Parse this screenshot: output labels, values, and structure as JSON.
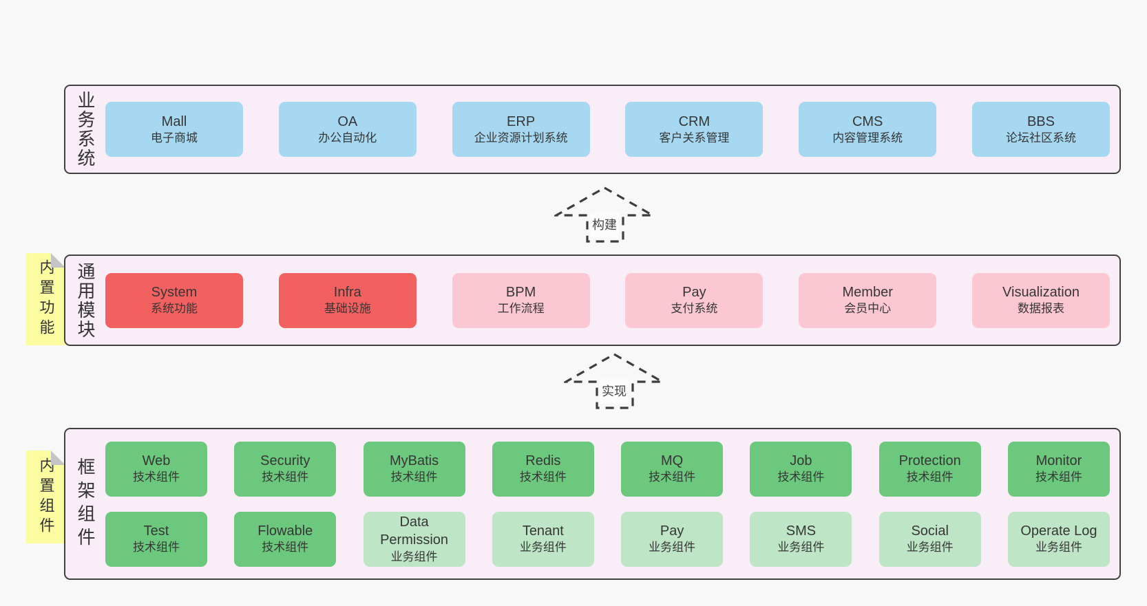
{
  "business": {
    "label": "业务系统",
    "boxes": [
      {
        "title": "Mall",
        "subtitle": "电子商城"
      },
      {
        "title": "OA",
        "subtitle": "办公自动化"
      },
      {
        "title": "ERP",
        "subtitle": "企业资源计划系统"
      },
      {
        "title": "CRM",
        "subtitle": "客户关系管理"
      },
      {
        "title": "CMS",
        "subtitle": "内容管理系统"
      },
      {
        "title": "BBS",
        "subtitle": "论坛社区系统"
      }
    ]
  },
  "arrow_build": {
    "label": "构建"
  },
  "modules": {
    "label": "通用模块",
    "sticky": "内置功能",
    "boxes": [
      {
        "title": "System",
        "subtitle": "系统功能"
      },
      {
        "title": "Infra",
        "subtitle": "基础设施"
      },
      {
        "title": "BPM",
        "subtitle": "工作流程"
      },
      {
        "title": "Pay",
        "subtitle": "支付系统"
      },
      {
        "title": "Member",
        "subtitle": "会员中心"
      },
      {
        "title": "Visualization",
        "subtitle": "数据报表"
      }
    ]
  },
  "arrow_implement": {
    "label": "实现"
  },
  "components": {
    "label": "框架组件",
    "sticky": "内置组件",
    "row1": [
      {
        "title": "Web",
        "subtitle": "技术组件"
      },
      {
        "title": "Security",
        "subtitle": "技术组件"
      },
      {
        "title": "MyBatis",
        "subtitle": "技术组件"
      },
      {
        "title": "Redis",
        "subtitle": "技术组件"
      },
      {
        "title": "MQ",
        "subtitle": "技术组件"
      },
      {
        "title": "Job",
        "subtitle": "技术组件"
      },
      {
        "title": "Protection",
        "subtitle": "技术组件"
      },
      {
        "title": "Monitor",
        "subtitle": "技术组件"
      }
    ],
    "row2": [
      {
        "title": "Test",
        "subtitle": "技术组件"
      },
      {
        "title": "Flowable",
        "subtitle": "技术组件"
      },
      {
        "title": "Data Permission",
        "subtitle": "业务组件"
      },
      {
        "title": "Tenant",
        "subtitle": "业务组件"
      },
      {
        "title": "Pay",
        "subtitle": "业务组件"
      },
      {
        "title": "SMS",
        "subtitle": "业务组件"
      },
      {
        "title": "Social",
        "subtitle": "业务组件"
      },
      {
        "title": "Operate Log",
        "subtitle": "业务组件"
      }
    ]
  },
  "colors": {
    "business_system_box": "#a6d8f1",
    "core_module_box": "#f2615f",
    "optional_module_box": "#fbc7d2",
    "technical_component_box": "#6bc87c",
    "business_component_box": "#bee6c6",
    "band_background": "#f9eef7",
    "sticky_note": "#fbfba0",
    "page_background": "#f8f8f8"
  }
}
